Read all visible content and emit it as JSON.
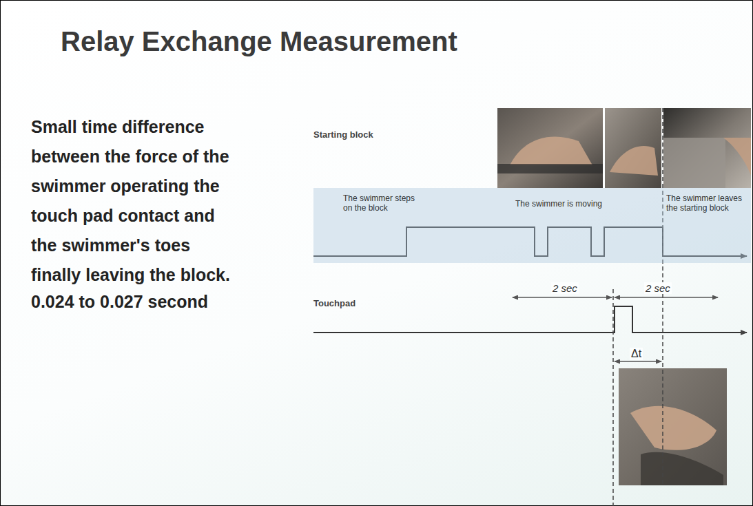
{
  "diagram": {
    "title": "Relay Exchange Measurement",
    "nodes": [
      {
        "text": [
          "The swimmer steps on the block"
        ]
      },
      {
        "text": [
          "The swimmer is moving"
        ]
      },
      {
        "text": [
          "The swimmer leaves the starting block"
        ]
      }
    ],
    "labels": [
      "Small time difference between the force of the swimmer operating the touch pad contact and the swimmer's toes finally leaving the block.",
      "0.024 to 0.027 second",
      "Starting block",
      "2 sec",
      "2 sec",
      "Touchpad",
      "Δt"
    ]
  }
}
